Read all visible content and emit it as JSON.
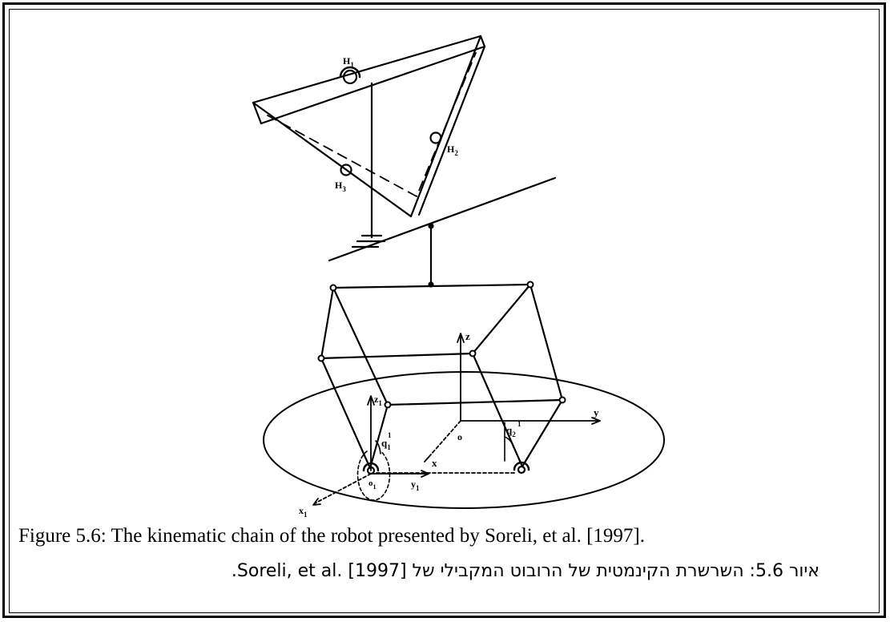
{
  "labels": {
    "H1": "H",
    "H1_sub": "1",
    "H2": "H",
    "H2_sub": "2",
    "H3": "H",
    "H3_sub": "3",
    "z": "z",
    "y": "y",
    "x": "x",
    "o": "o",
    "z1": "z",
    "z1_sub": "1",
    "y1": "y",
    "y1_sub": "1",
    "x1": "x",
    "x1_sub": "1",
    "o1": "o",
    "o1_sub": "1",
    "q1": "q",
    "q1_sub": "1",
    "q1_sup": "1",
    "q2": "q",
    "q2_sub": "2",
    "q2_sup": "1"
  },
  "caption": {
    "english": "Figure 5.6: The kinematic chain of the robot presented by Soreli, et al. [1997].",
    "hebrew": "איור 5.6: השרשרת הקינמטית של הרובוט המקבילי של Soreli, et al. [1997]."
  }
}
